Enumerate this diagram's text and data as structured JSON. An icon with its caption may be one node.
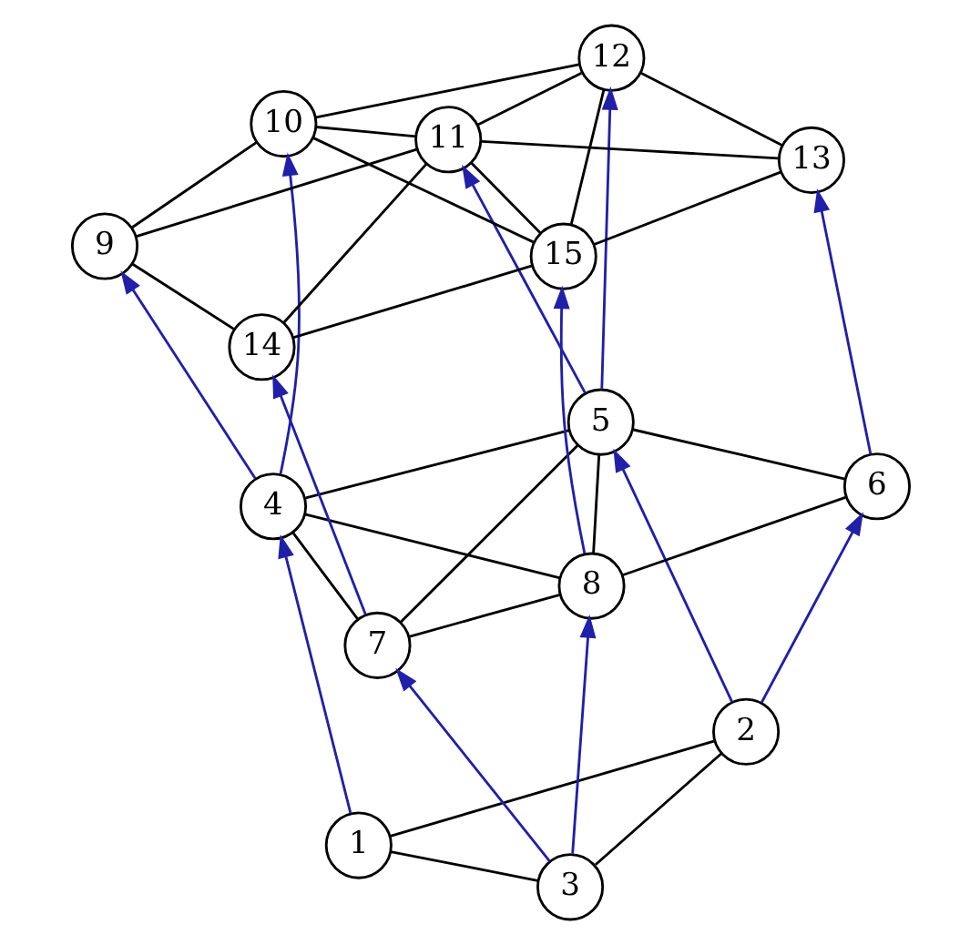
{
  "diagram": {
    "nodes": [
      {
        "text": [
          "1"
        ]
      },
      {
        "text": [
          "2"
        ]
      },
      {
        "text": [
          "3"
        ]
      },
      {
        "text": [
          "4"
        ]
      },
      {
        "text": [
          "5"
        ]
      },
      {
        "text": [
          "6"
        ]
      },
      {
        "text": [
          "7"
        ]
      },
      {
        "text": [
          "8"
        ]
      },
      {
        "text": [
          "9"
        ]
      },
      {
        "text": [
          "10"
        ]
      },
      {
        "text": [
          "11"
        ]
      },
      {
        "text": [
          "12"
        ]
      },
      {
        "text": [
          "13"
        ]
      },
      {
        "text": [
          "14"
        ]
      },
      {
        "text": [
          "15"
        ]
      }
    ],
    "edges": [
      {
        "from": 0,
        "to": 2,
        "arrow": "none"
      },
      {
        "from": 0,
        "to": 1,
        "arrow": "none"
      },
      {
        "from": 1,
        "to": 2,
        "arrow": "none"
      },
      {
        "from": 0,
        "to": 3,
        "arrow": "to",
        "color": "#2020a8"
      },
      {
        "from": 2,
        "to": 7,
        "arrow": "to",
        "color": "#2020a8"
      },
      {
        "from": 2,
        "to": 6,
        "arrow": "to",
        "color": "#2020a8"
      },
      {
        "from": 1,
        "to": 4,
        "arrow": "to",
        "color": "#2020a8"
      },
      {
        "from": 1,
        "to": 5,
        "arrow": "to",
        "color": "#2020a8"
      },
      {
        "from": 3,
        "to": 7,
        "arrow": "none"
      },
      {
        "from": 3,
        "to": 6,
        "arrow": "none"
      },
      {
        "from": 3,
        "to": 4,
        "arrow": "none"
      },
      {
        "from": 4,
        "to": 7,
        "arrow": "none"
      },
      {
        "from": 4,
        "to": 6,
        "arrow": "none"
      },
      {
        "from": 4,
        "to": 5,
        "arrow": "none"
      },
      {
        "from": 5,
        "to": 7,
        "arrow": "none"
      },
      {
        "from": 6,
        "to": 7,
        "arrow": "none"
      },
      {
        "from": 3,
        "to": 8,
        "arrow": "to",
        "color": "#2020a8"
      },
      {
        "from": 3,
        "to": 9,
        "arrow": "to",
        "color": "#2020a8"
      },
      {
        "from": 7,
        "to": 14,
        "arrow": "to",
        "color": "#2020a8"
      },
      {
        "from": 6,
        "to": 13,
        "arrow": "to",
        "color": "#2020a8"
      },
      {
        "from": 4,
        "to": 10,
        "arrow": "to",
        "color": "#2020a8"
      },
      {
        "from": 4,
        "to": 11,
        "arrow": "to",
        "color": "#2020a8"
      },
      {
        "from": 5,
        "to": 12,
        "arrow": "to",
        "color": "#2020a8"
      },
      {
        "from": 8,
        "to": 9,
        "arrow": "none"
      },
      {
        "from": 8,
        "to": 10,
        "arrow": "none"
      },
      {
        "from": 8,
        "to": 13,
        "arrow": "none"
      },
      {
        "from": 9,
        "to": 14,
        "arrow": "none"
      },
      {
        "from": 9,
        "to": 10,
        "arrow": "none"
      },
      {
        "from": 9,
        "to": 11,
        "arrow": "none"
      },
      {
        "from": 10,
        "to": 14,
        "arrow": "none"
      },
      {
        "from": 10,
        "to": 13,
        "arrow": "none"
      },
      {
        "from": 10,
        "to": 12,
        "arrow": "none"
      },
      {
        "from": 10,
        "to": 11,
        "arrow": "none"
      },
      {
        "from": 11,
        "to": 14,
        "arrow": "none"
      },
      {
        "from": 11,
        "to": 12,
        "arrow": "none"
      },
      {
        "from": 12,
        "to": 14,
        "arrow": "none"
      },
      {
        "from": 13,
        "to": 14,
        "arrow": "none"
      }
    ]
  }
}
